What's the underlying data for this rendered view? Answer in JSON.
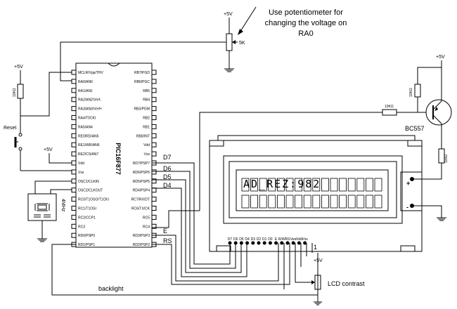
{
  "note": {
    "line1": "Use potentiometer for",
    "line2": "changing the voltage on",
    "line3": "RA0"
  },
  "supply": "+5V",
  "potentiometer_label": "5K",
  "resistor_10k": "10KΩ",
  "resistor_10k_base": "10KΩ",
  "resistor_100": "100Ω",
  "reset_label": "Reset",
  "crystal_label": "4MHz",
  "chip_name": "PIC16F877",
  "transistor_label": "BC557",
  "lcd_display_text": "AD_REZ:982",
  "lcd_contrast": "LCD contrast",
  "backlight": "backlight",
  "lcd_pin1": "1",
  "bus_labels": {
    "d7": "D7",
    "d6": "D6",
    "d5": "D5",
    "d4": "D4",
    "e": "E",
    "rs": "RS"
  },
  "pins_left": [
    "MCLR/Vpp/THV",
    "RA0/AN0",
    "RA1/AN1",
    "RA2/AN2/Vref-",
    "RA3/AN3/Vref+",
    "RA4/T0CKI",
    "RA5/AN4",
    "RE0/RD/AN5",
    "RE1/WR/AN6",
    "RE2/CS/AN7",
    "Vdd",
    "Vss",
    "OSC1/CLKIN",
    "OSC2/CLKOUT",
    "RC0/T1OSO/T1CKI",
    "RC1/T1OSI",
    "RC2/CCP1",
    "RC3",
    "RD0/PSP0",
    "RD1/PSP1"
  ],
  "pins_right": [
    "RB7/PGD",
    "RB6/PGC",
    "RB5",
    "RB4",
    "RB3/PGM",
    "RB2",
    "RB1",
    "RB0/INT",
    "Vdd",
    "Vss",
    "RD7/PSP7",
    "RD6/PSP6",
    "RD5/PSP5",
    "RD4/PSP4",
    "RC7/RX/DT",
    "RC6/TX/CK",
    "RC5",
    "RC4",
    "RD3/PSP3",
    "RD2/PSP2"
  ],
  "lcd_pins": [
    "D7",
    "D6",
    "D5",
    "D4",
    "D3",
    "D2",
    "D1",
    "D0",
    "E",
    "R/W",
    "RS",
    "Vee",
    "Vdd",
    "Vss"
  ]
}
